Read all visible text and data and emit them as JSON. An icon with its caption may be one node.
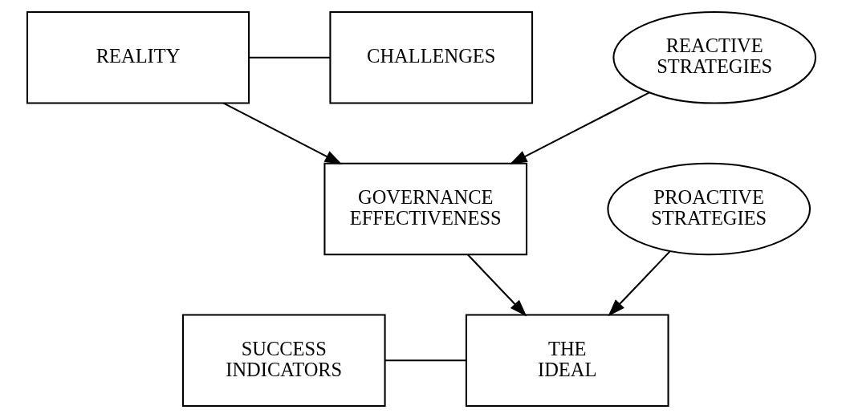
{
  "diagram": {
    "nodes": [
      {
        "text": [
          "REALITY"
        ]
      },
      {
        "text": [
          "CHALLENGES"
        ]
      },
      {
        "text": [
          "REACTIVE STRATEGIES"
        ]
      },
      {
        "text": [
          "GOVERNANCE EFFECTIVENESS"
        ]
      },
      {
        "text": [
          "PROACTIVE STRATEGIES"
        ]
      },
      {
        "text": [
          "SUCCESS INDICATORS"
        ]
      },
      {
        "text": [
          "THE IDEAL"
        ]
      }
    ],
    "edges": [
      {
        "from": 0,
        "to": 1,
        "arrow": "none"
      },
      {
        "from": 0,
        "to": 3,
        "arrow": "to"
      },
      {
        "from": 2,
        "to": 3,
        "arrow": "to"
      },
      {
        "from": 3,
        "to": 6,
        "arrow": "to"
      },
      {
        "from": 4,
        "to": 6,
        "arrow": "to"
      },
      {
        "from": 5,
        "to": 6,
        "arrow": "none"
      }
    ]
  }
}
